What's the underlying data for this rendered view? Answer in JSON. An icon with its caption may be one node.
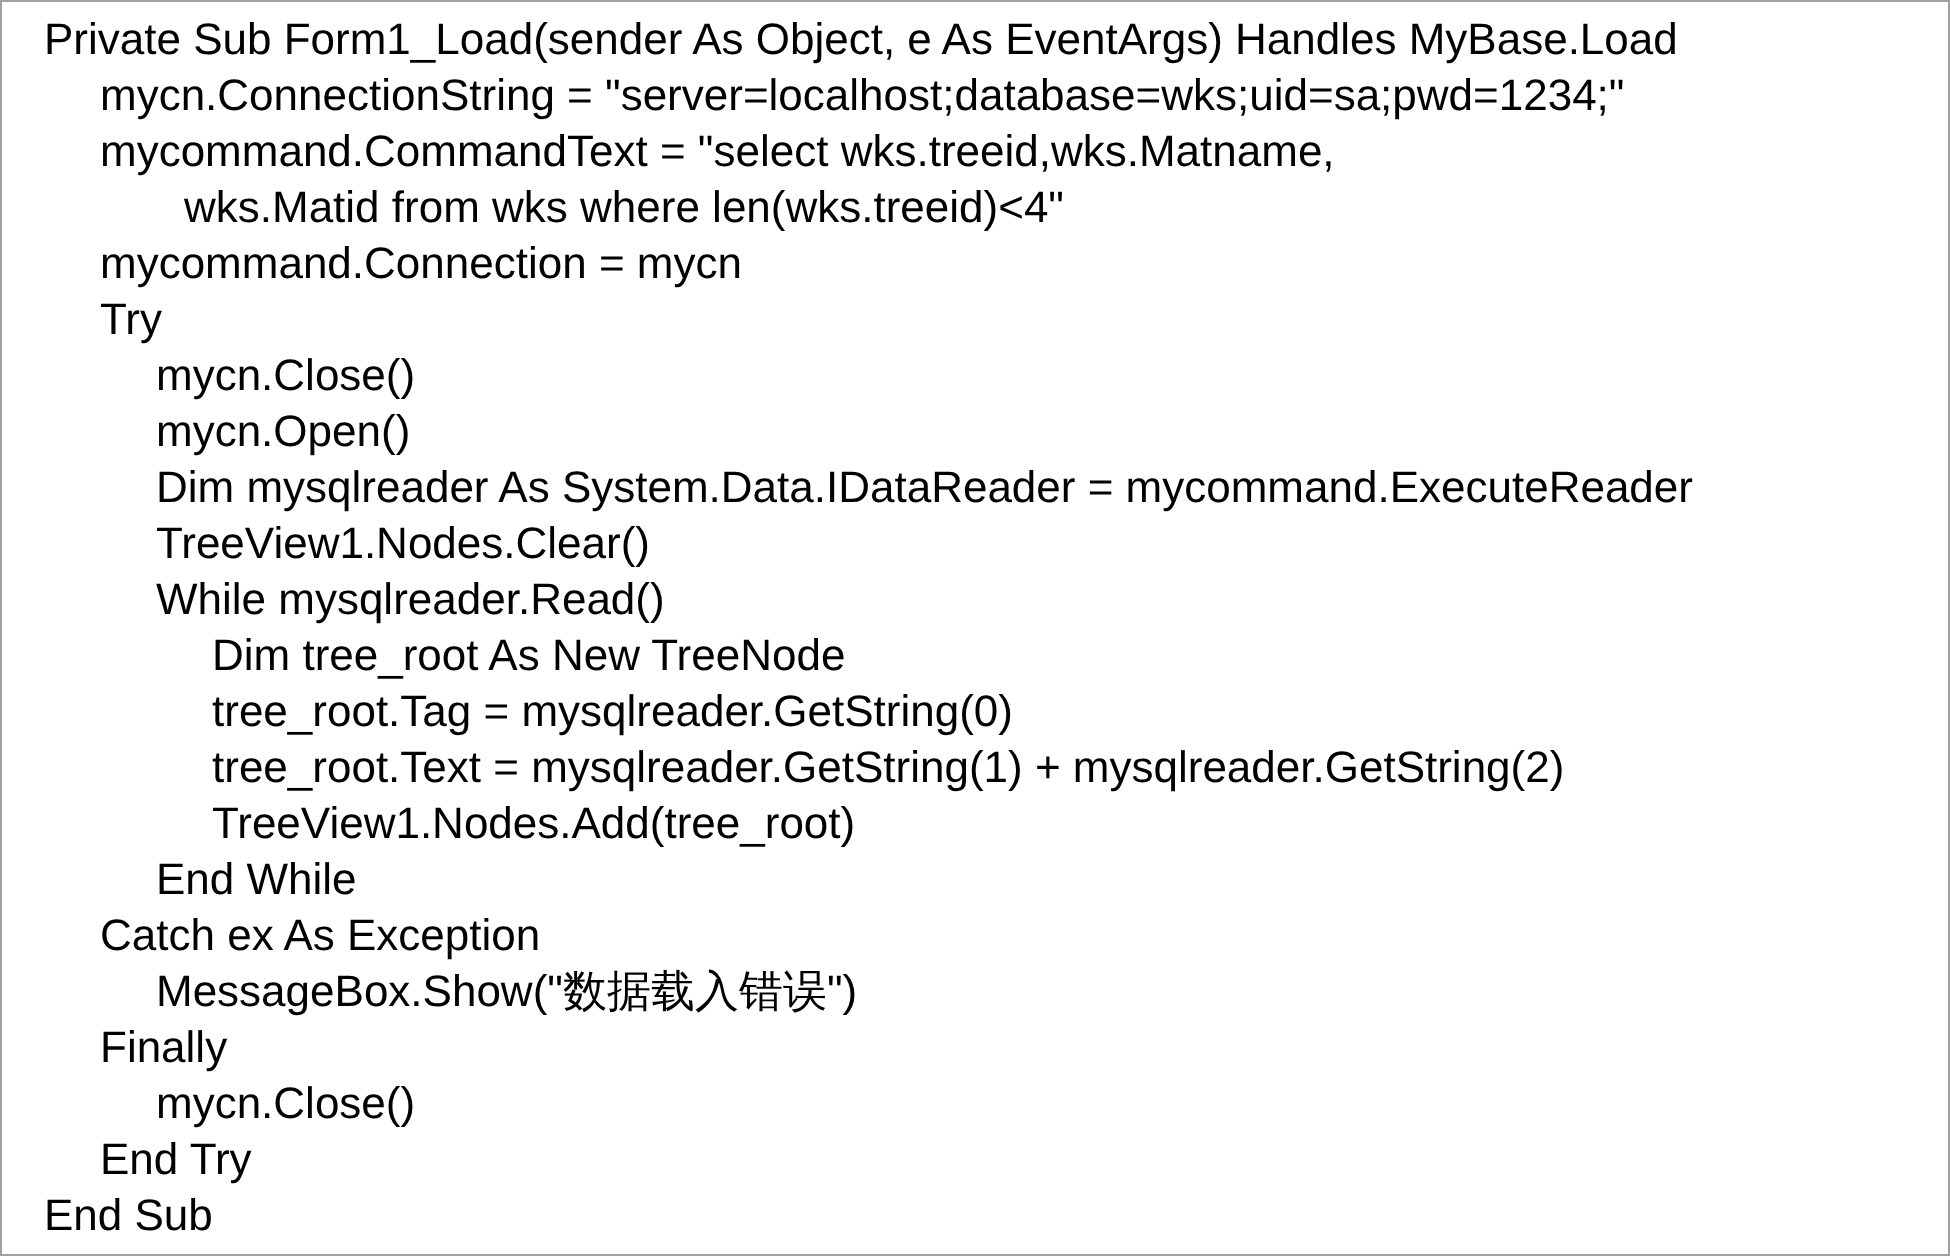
{
  "diagram": {
    "labels": [
      "Private Sub Form1_Load(sender As Object, e As EventArgs) Handles MyBase.Load",
      "mycn.ConnectionString = \"server=localhost;database=wks;uid=sa;pwd=1234;\"",
      "mycommand.CommandText = \"select wks.treeid,wks.Matname,",
      "wks.Matid from wks where len(wks.treeid)<4\"",
      "mycommand.Connection = mycn",
      "Try",
      "mycn.Close()",
      "mycn.Open()",
      "Dim mysqlreader As System.Data.IDataReader = mycommand.ExecuteReader",
      "TreeView1.Nodes.Clear()",
      "While mysqlreader.Read()",
      "Dim tree_root As New TreeNode",
      "tree_root.Tag = mysqlreader.GetString(0)",
      "tree_root.Text = mysqlreader.GetString(1) + mysqlreader.GetString(2)",
      "TreeView1.Nodes.Add(tree_root)",
      "End While",
      "Catch ex As Exception",
      "MessageBox.Show(\"数据载入错误\")",
      "Finally",
      "mycn.Close()",
      "End Try",
      "End Sub"
    ]
  }
}
